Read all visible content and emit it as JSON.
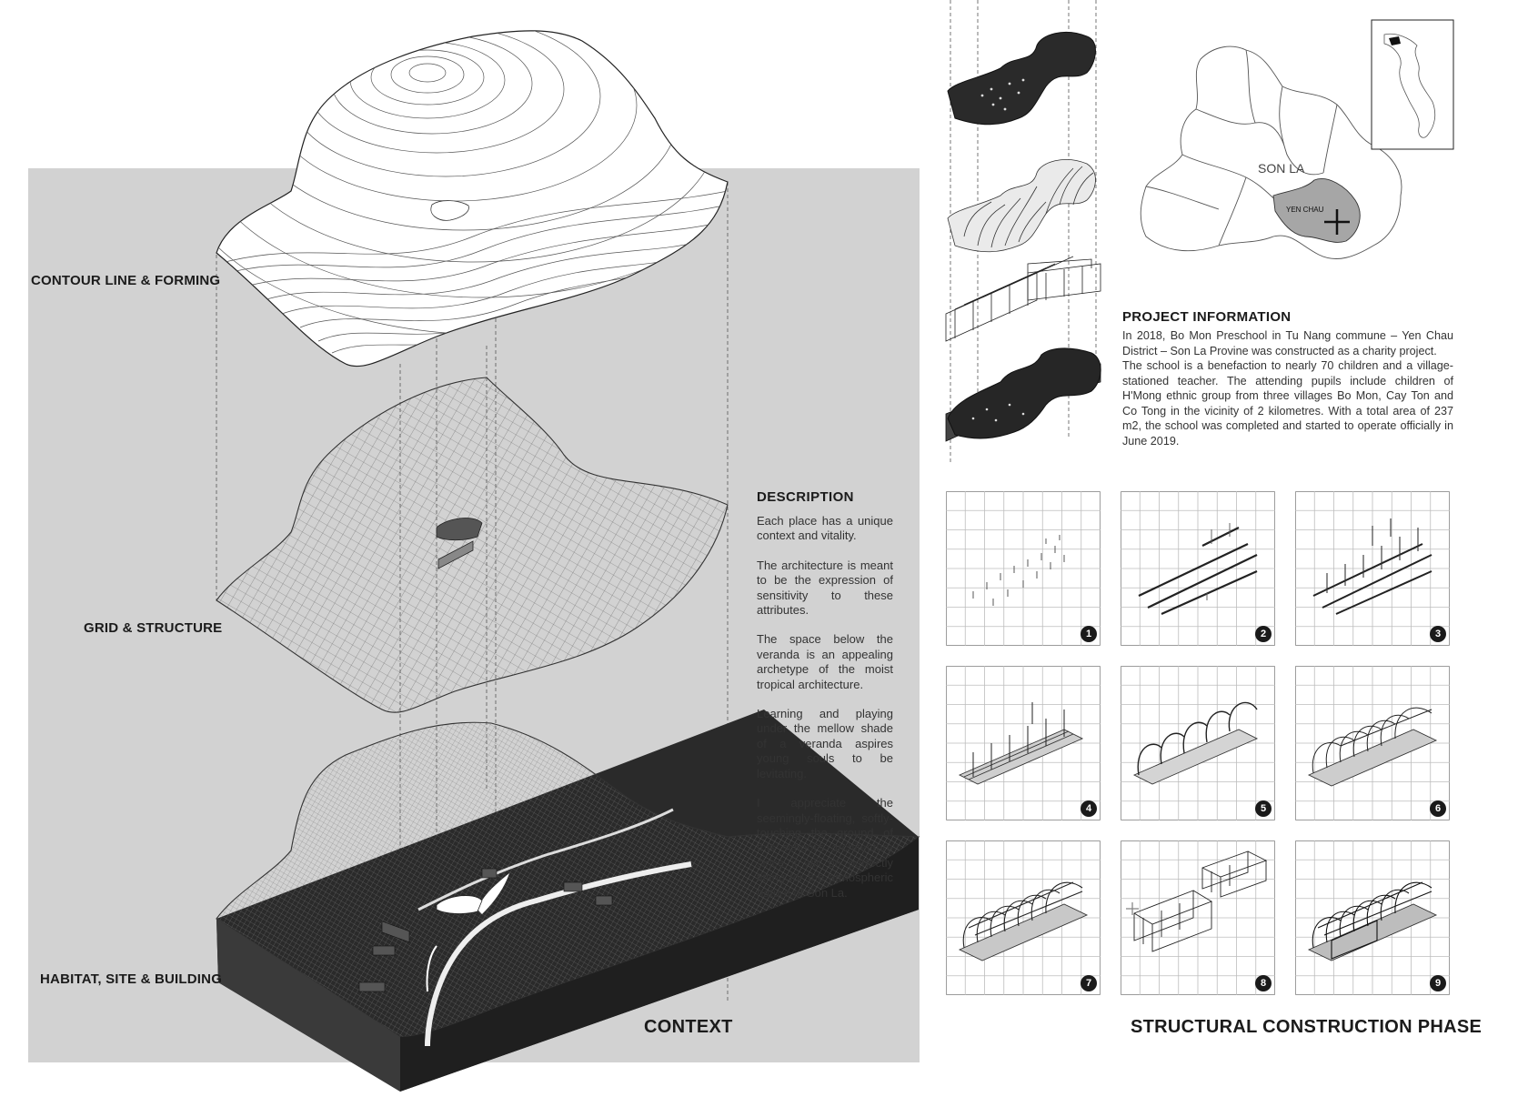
{
  "layers": {
    "contour": "CONTOUR LINE & FORMING",
    "grid": "GRID & STRUCTURE",
    "habitat": "HABITAT, SITE & BUILDING"
  },
  "context_title": "CONTEXT",
  "description": {
    "heading": "DESCRIPTION",
    "paragraphs": [
      "Each place has a unique context and vitality.",
      "The architecture is meant to be the expression of sensitivity to these attributes.",
      "The space below the veranda is an appealing archetype of the moist tropical architecture.",
      "Learning and playing under the mellow shade of a veranda aspires young souls to be levitating.",
      "I appreciate the seemingly-floating, softly-touching the ground of this school's architecture since it will be perfectly fitting for the atmospheric nature of Son La."
    ]
  },
  "project_info": {
    "heading": "PROJECT INFORMATION",
    "paragraphs": [
      "In 2018, Bo Mon Preschool in Tu Nang commune – Yen Chau District – Son La Provine was constructed as a charity project.",
      "The school is a benefaction to nearly 70 children and a village-stationed teacher. The attending pupils include children of H'Mong ethnic group from three villages Bo Mon, Cay Ton and Co Tong in the vicinity of 2 kilometres. With a total area of 237 m2, the school was completed and started to operate officially in June 2019."
    ]
  },
  "map": {
    "province_label": "SON LA",
    "district_label": "YEN CHAU"
  },
  "phases": {
    "title": "STRUCTURAL CONSTRUCTION PHASE",
    "steps": [
      "1",
      "2",
      "3",
      "4",
      "5",
      "6",
      "7",
      "8",
      "9"
    ]
  },
  "colors": {
    "panel": "#d2d2d2",
    "ink": "#1b1b1b",
    "highlight_district": "#a6a6a6"
  }
}
